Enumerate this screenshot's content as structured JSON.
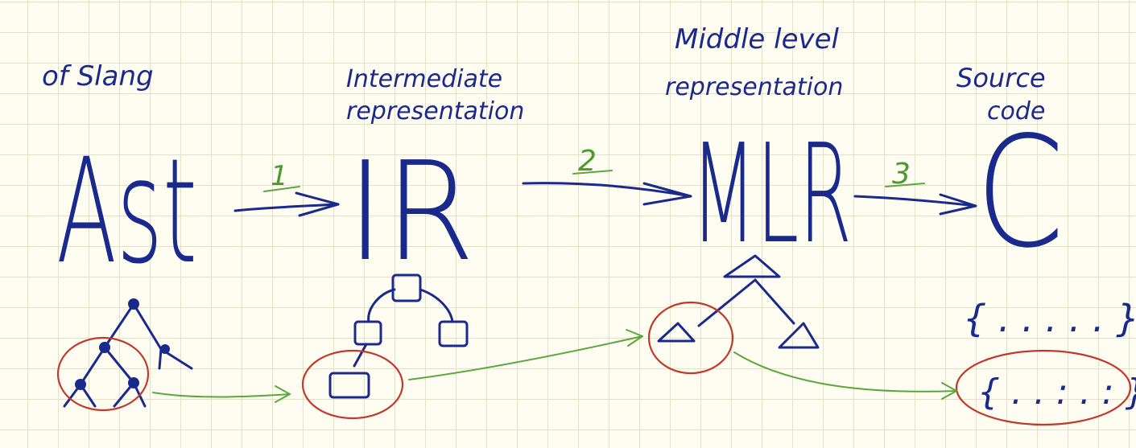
{
  "labels": {
    "ast_caption": "of Slang",
    "ast_letters": "Ast",
    "ir_caption_1": "Intermediate",
    "ir_caption_2": "representation",
    "ir_letters": "IR",
    "mlr_caption_1": "Middle level",
    "mlr_caption_2": "representation",
    "mlr_letters": "MLR",
    "src_caption_1": "Source",
    "src_caption_2": "code",
    "src_letters": "C",
    "block_1": "{ . . . . . }",
    "block_2": "{ . . : . : }"
  },
  "steps": [
    "1",
    "2",
    "3"
  ],
  "colors": {
    "ink": "#1a2a8c",
    "green": "#5aa83a",
    "red": "#c0392b",
    "paper": "#fffdf2",
    "grid": "#e4e0cd"
  }
}
